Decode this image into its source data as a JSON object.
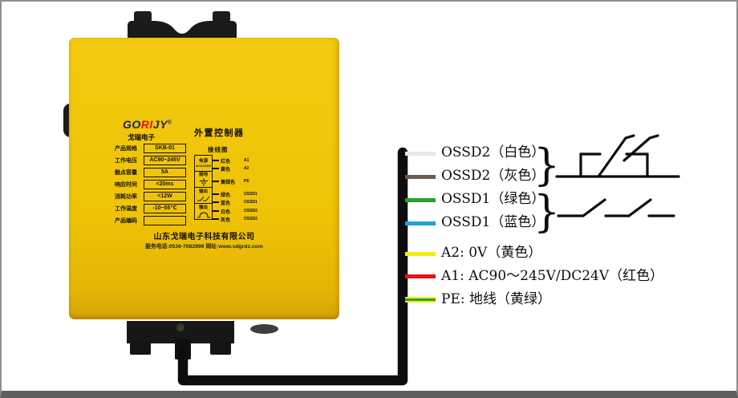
{
  "device": {
    "logo": {
      "part1": "GO",
      "part2": "RI",
      "part3": "JY",
      "reg": "®",
      "subtitle": "戈瑞电子"
    },
    "logo_colors": {
      "dark": "#1e2261",
      "red": "#e01616"
    },
    "body_color": "#efc306",
    "title": "外置控制器",
    "spec_table": [
      {
        "label": "产品规格",
        "value": "SKB-01"
      },
      {
        "label": "工作电压",
        "value": "AC90~245V"
      },
      {
        "label": "触点容量",
        "value": "5A"
      },
      {
        "label": "响应时间",
        "value": "<20ms"
      },
      {
        "label": "消耗功率",
        "value": "<12W"
      },
      {
        "label": "工作温度",
        "value": "-10~55℃"
      },
      {
        "label": "产品编码",
        "value": ""
      }
    ],
    "wiring": {
      "title": "接线图",
      "groups": [
        {
          "box_label": "电源",
          "box_sub": "AC110/220V",
          "icon": "",
          "rows": [
            {
              "color_name": "红色",
              "terminal": "A1"
            },
            {
              "color_name": "黄色",
              "terminal": "A2"
            }
          ]
        },
        {
          "box_label": "接地",
          "box_sub": "",
          "icon": "earth-ground-icon",
          "rows": [
            {
              "color_name": "黄绿色",
              "terminal": "PE"
            }
          ]
        },
        {
          "box_label": "输出",
          "box_sub": "",
          "icon": "no-contact-switches-icon",
          "rows": [
            {
              "color_name": "绿色",
              "terminal": "OSSD1"
            },
            {
              "color_name": "蓝色",
              "terminal": "OSSD1"
            }
          ]
        },
        {
          "box_label": "输出",
          "box_sub": "",
          "icon": "relay-dome-contact-icon",
          "rows": [
            {
              "color_name": "白色",
              "terminal": "OSSD2"
            },
            {
              "color_name": "灰色",
              "terminal": "OSSD2"
            }
          ]
        }
      ]
    },
    "company": "山东戈瑞电子科技有限公司",
    "service_line": "服务电话:0536-7082999  网址:www.sdgrdz.com"
  },
  "legend": {
    "cable_color": "#0d0d0d",
    "brace": "}",
    "rows": [
      {
        "label": "OSSD2（白色）",
        "wire": {
          "color": "#e8e8e8"
        }
      },
      {
        "label": "OSSD2（灰色）",
        "wire": {
          "color": "#6b5a50"
        }
      },
      {
        "label": "OSSD1（绿色）",
        "wire": {
          "color": "#2aa12e"
        }
      },
      {
        "label": "OSSD1（蓝色）",
        "wire": {
          "color": "#1f9fe0"
        }
      },
      {
        "label": "A2: 0V（黄色）",
        "wire": {
          "color": "#f0ec15"
        }
      },
      {
        "label": "A1: AC90～245V/DC24V（红色）",
        "wire": {
          "color": "#e31414"
        }
      },
      {
        "label": "PE: 地线（黄绿）",
        "wire": {
          "color": "#2fa32a",
          "stripe": "#f0ec15"
        }
      }
    ]
  }
}
